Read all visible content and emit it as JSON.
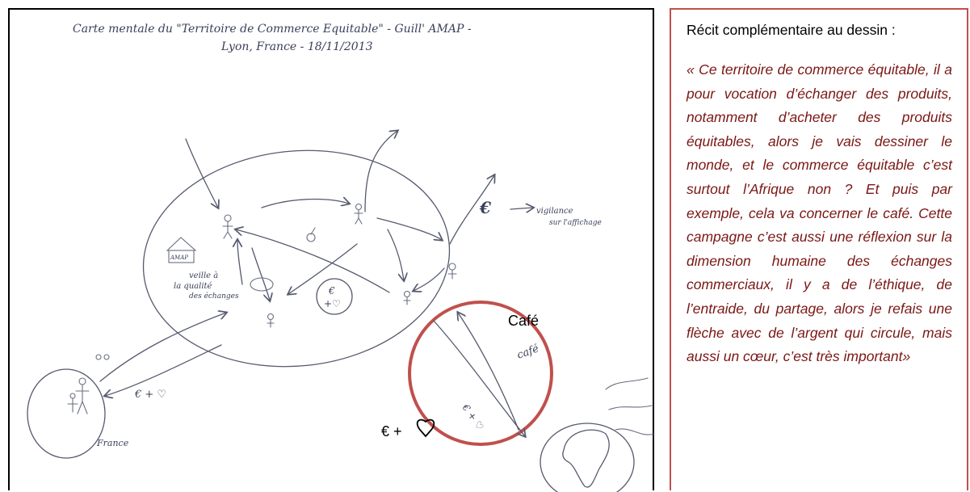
{
  "drawing": {
    "title_line1": "Carte mentale du \"Territoire de Commerce Equitable\" - Guill' AMAP -",
    "title_line2": "Lyon, France - 18/11/2013",
    "note_vigilance_1": "vigilance",
    "note_vigilance_2": "sur l'affichage",
    "note_amap": "AMAP",
    "note_veille_1": "veille à",
    "note_veille_2": "la qualité",
    "note_veille_3": "des échanges",
    "note_france": "France",
    "note_cafe_hand": "café",
    "note_euro_heart_hand": "€ + ♡",
    "note_euro_heart_center": "€",
    "note_euro_heart_center_2": "+♡",
    "note_euro_heart_left": "€ + ♡",
    "label_cafe": "Café",
    "label_euro_heart": "€ +",
    "highlight_color": "#c0504d"
  },
  "story": {
    "heading": "Récit complémentaire au dessin :",
    "text": "« Ce territoire de commerce équitable, il a pour vocation d’échanger des produits, notamment d’acheter des produits équitables, alors je vais dessiner le monde, et le commerce équitable c’est surtout l’Afrique non ? Et puis par exemple, cela va concerner le café. Cette campagne c’est aussi une réflexion sur la dimension humaine des échanges commerciaux, il y a de l’éthique, de l’entraide, du partage, alors je refais une flèche avec de l’argent qui circule, mais aussi un cœur, c’est très important»",
    "text_color": "#7a1714",
    "border_color": "#c0504d"
  }
}
